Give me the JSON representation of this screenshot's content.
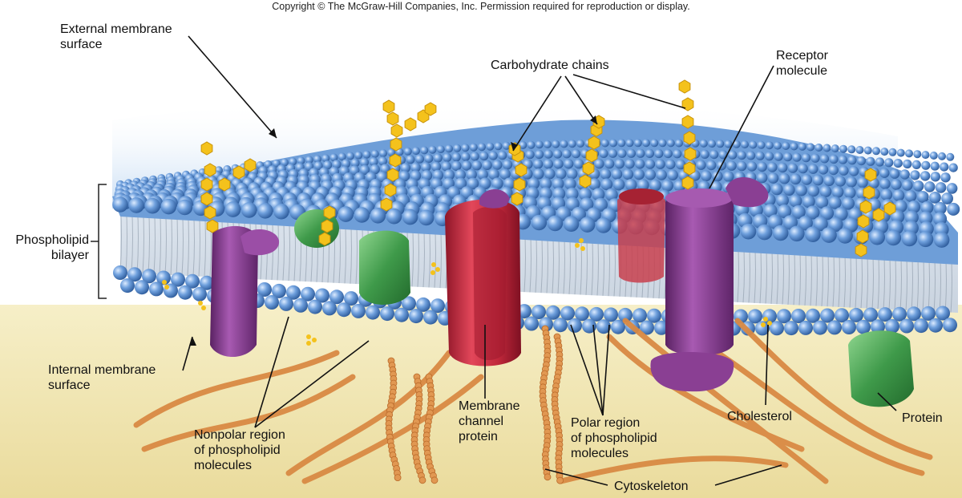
{
  "copyright": "Copyright © The McGraw-Hill Companies, Inc. Permission required for reproduction or display.",
  "labels": {
    "external_surface": "External membrane\nsurface",
    "carbohydrate_chains": "Carbohydrate chains",
    "receptor_molecule": "Receptor\nmolecule",
    "phospholipid_bilayer": "Phospholipid\nbilayer",
    "internal_surface": "Internal membrane\nsurface",
    "nonpolar_region": "Nonpolar region\nof phospholipid\nmolecules",
    "membrane_channel": "Membrane\nchannel\nprotein",
    "polar_region": "Polar region\nof phospholipid\nmolecules",
    "cholesterol": "Cholesterol",
    "protein": "Protein",
    "cytoskeleton": "Cytoskeleton"
  },
  "colors": {
    "head": "#4f86cc",
    "head_light": "#b9d4f2",
    "tail": "#9aa6b4",
    "sugar": "#f4c21c",
    "purple": "#8a3f93",
    "green": "#3f9a4a",
    "red": "#c82a3c",
    "cytoskeleton": "#d98a44",
    "cytoplasm": "#efe3b0"
  }
}
